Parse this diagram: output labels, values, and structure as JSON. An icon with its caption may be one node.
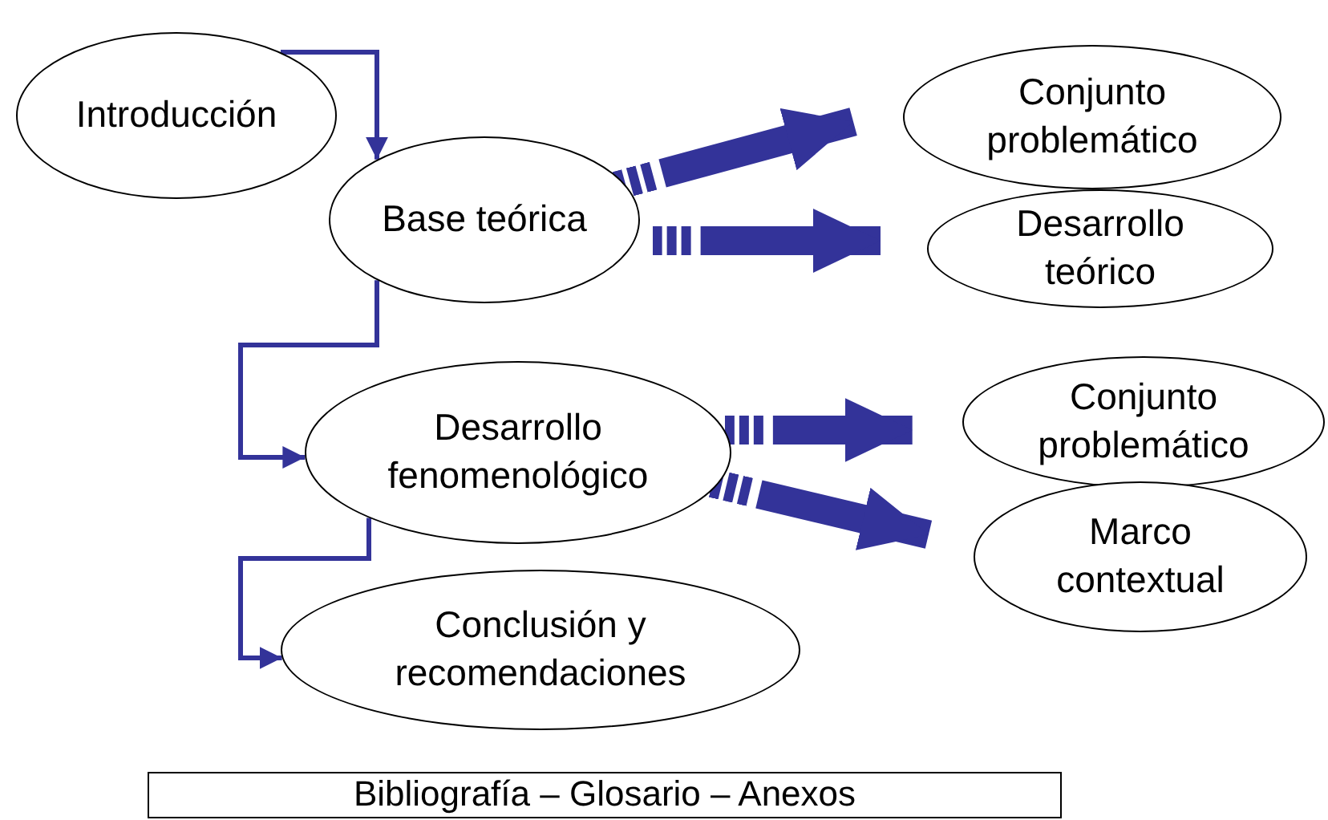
{
  "diagram": {
    "nodes": [
      {
        "text": [
          "Introducción"
        ]
      },
      {
        "text": [
          "Base teórica"
        ]
      },
      {
        "text": [
          "Conjunto problemático"
        ]
      },
      {
        "text": [
          "Desarrollo teórico"
        ]
      },
      {
        "text": [
          "Desarrollo fenomenológico"
        ]
      },
      {
        "text": [
          "Conjunto problemático"
        ]
      },
      {
        "text": [
          "Marco contextual"
        ]
      },
      {
        "text": [
          "Conclusión y recomendaciones"
        ]
      },
      {
        "text": [
          "Bibliografía – Glosario – Anexos"
        ]
      }
    ],
    "edges": [
      {
        "from": 0,
        "to": 1,
        "arrow": "to"
      },
      {
        "from": 1,
        "to": 2,
        "arrow": "to"
      },
      {
        "from": 1,
        "to": 3,
        "arrow": "to"
      },
      {
        "from": 1,
        "to": 4,
        "arrow": "to"
      },
      {
        "from": 4,
        "to": 5,
        "arrow": "to"
      },
      {
        "from": 4,
        "to": 6,
        "arrow": "to"
      },
      {
        "from": 4,
        "to": 7,
        "arrow": "to"
      }
    ]
  }
}
